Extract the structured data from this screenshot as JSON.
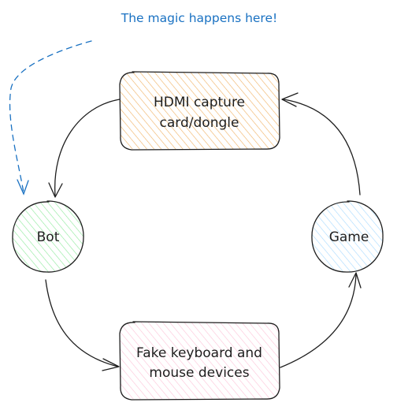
{
  "annotation": {
    "text": "The magic happens here!",
    "color": "#1971c2"
  },
  "nodes": {
    "capture": {
      "line1": "HDMI capture",
      "line2": "card/dongle",
      "fill": "#f0b061",
      "shape": "rounded-rectangle"
    },
    "bot": {
      "label": "Bot",
      "fill": "#69db7c",
      "shape": "circle"
    },
    "game": {
      "label": "Game",
      "fill": "#74c0fc",
      "shape": "circle"
    },
    "input": {
      "line1": "Fake keyboard and",
      "line2": "mouse devices",
      "fill": "#f0a6c8",
      "shape": "rounded-rectangle"
    }
  },
  "edges": [
    {
      "from": "game",
      "to": "capture"
    },
    {
      "from": "capture",
      "to": "bot"
    },
    {
      "from": "bot",
      "to": "input"
    },
    {
      "from": "input",
      "to": "game"
    }
  ],
  "style": {
    "stroke": "#1e1e1e"
  }
}
